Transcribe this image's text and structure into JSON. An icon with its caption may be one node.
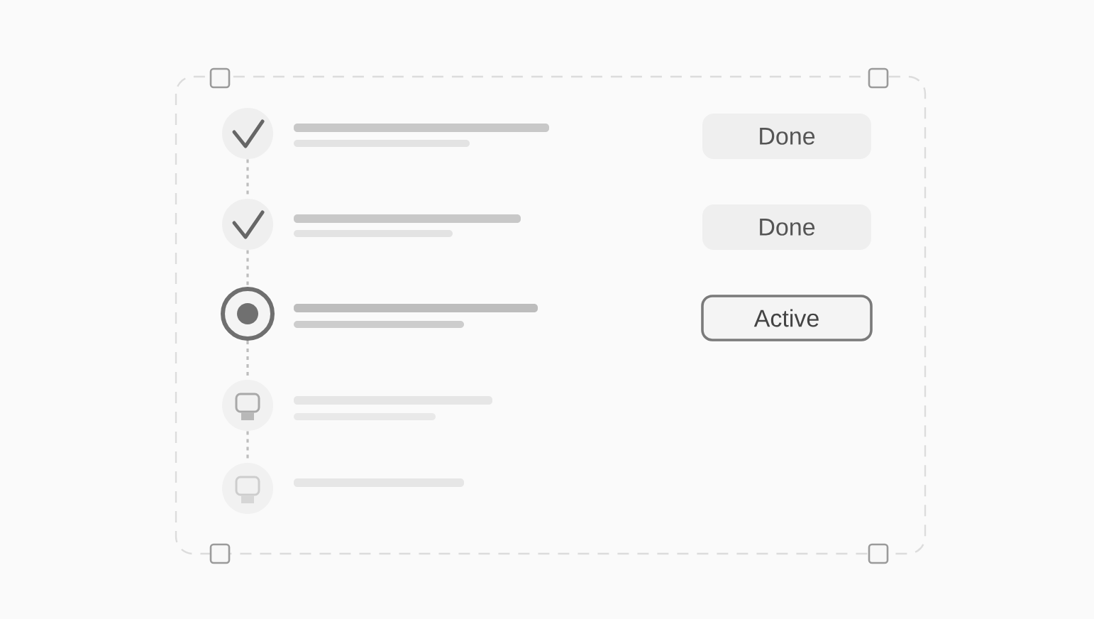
{
  "diagram": {
    "nodes": [
      {
        "text": [],
        "shape": "circle"
      },
      {
        "text": [
          "Done"
        ]
      },
      {
        "text": [],
        "shape": "circle"
      },
      {
        "text": [
          "Done"
        ]
      },
      {
        "text": [],
        "shape": "circle"
      },
      {
        "text": [
          "Active"
        ]
      },
      {
        "text": [],
        "shape": "circle"
      },
      {
        "text": [],
        "shape": "circle"
      }
    ],
    "edges": [
      {
        "from": 0,
        "to": 2,
        "arrow": "none"
      },
      {
        "from": 2,
        "to": 4,
        "arrow": "none"
      },
      {
        "from": 4,
        "to": 6,
        "arrow": "none"
      },
      {
        "from": 6,
        "to": 7,
        "arrow": "none"
      }
    ]
  }
}
